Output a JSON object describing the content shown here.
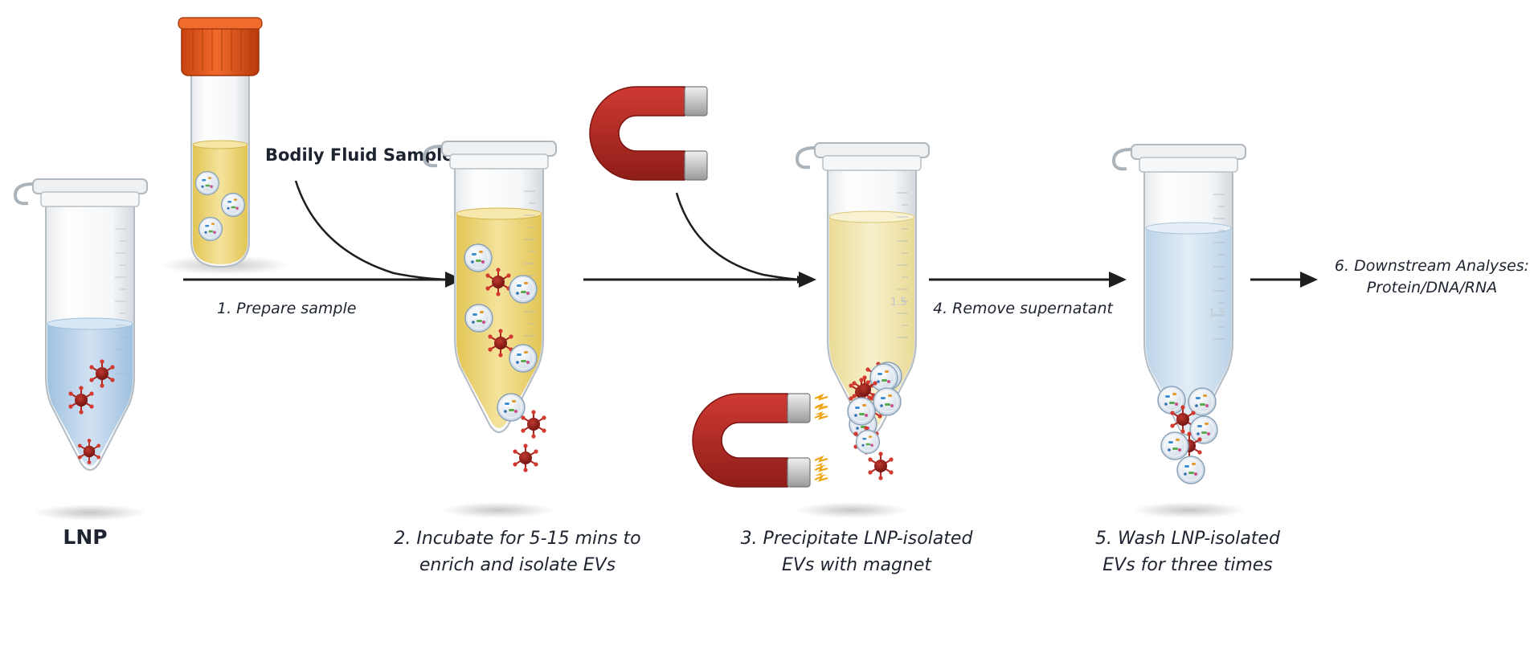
{
  "labels": {
    "lnp": "LNP",
    "bodily_fluid": "Bodily Fluid Samples",
    "step1": "1. Prepare sample",
    "step2_line1": "2. Incubate for 5-15 mins to",
    "step2_line2": "enrich and isolate EVs",
    "step3_line1": "3. Precipitate LNP-isolated",
    "step3_line2": "EVs with magnet",
    "step4": "4. Remove supernatant",
    "step5_line1": "5.  Wash LNP-isolated",
    "step5_line2": "EVs for three times",
    "step6_line1": "6. Downstream Analyses:",
    "step6_line2": "Protein/DNA/RNA",
    "tube_mark": "1.5"
  },
  "colors": {
    "blue_liquid": "#b9d3ea",
    "yellow_liquid": "#edd77a",
    "pale_yellow_liquid": "#f1e7b4",
    "light_blue_liquid": "#cfe1ef",
    "cap_orange": "#e3561d",
    "magnet_red": "#b62a24",
    "lnp_dark_red": "#8d1c17",
    "arrow": "#1e1e1e"
  },
  "icons": [
    "microtube-icon",
    "sample-tube-icon",
    "magnet-icon",
    "lnp-particle-icon",
    "ev-vesicle-icon",
    "arrow-icon"
  ]
}
